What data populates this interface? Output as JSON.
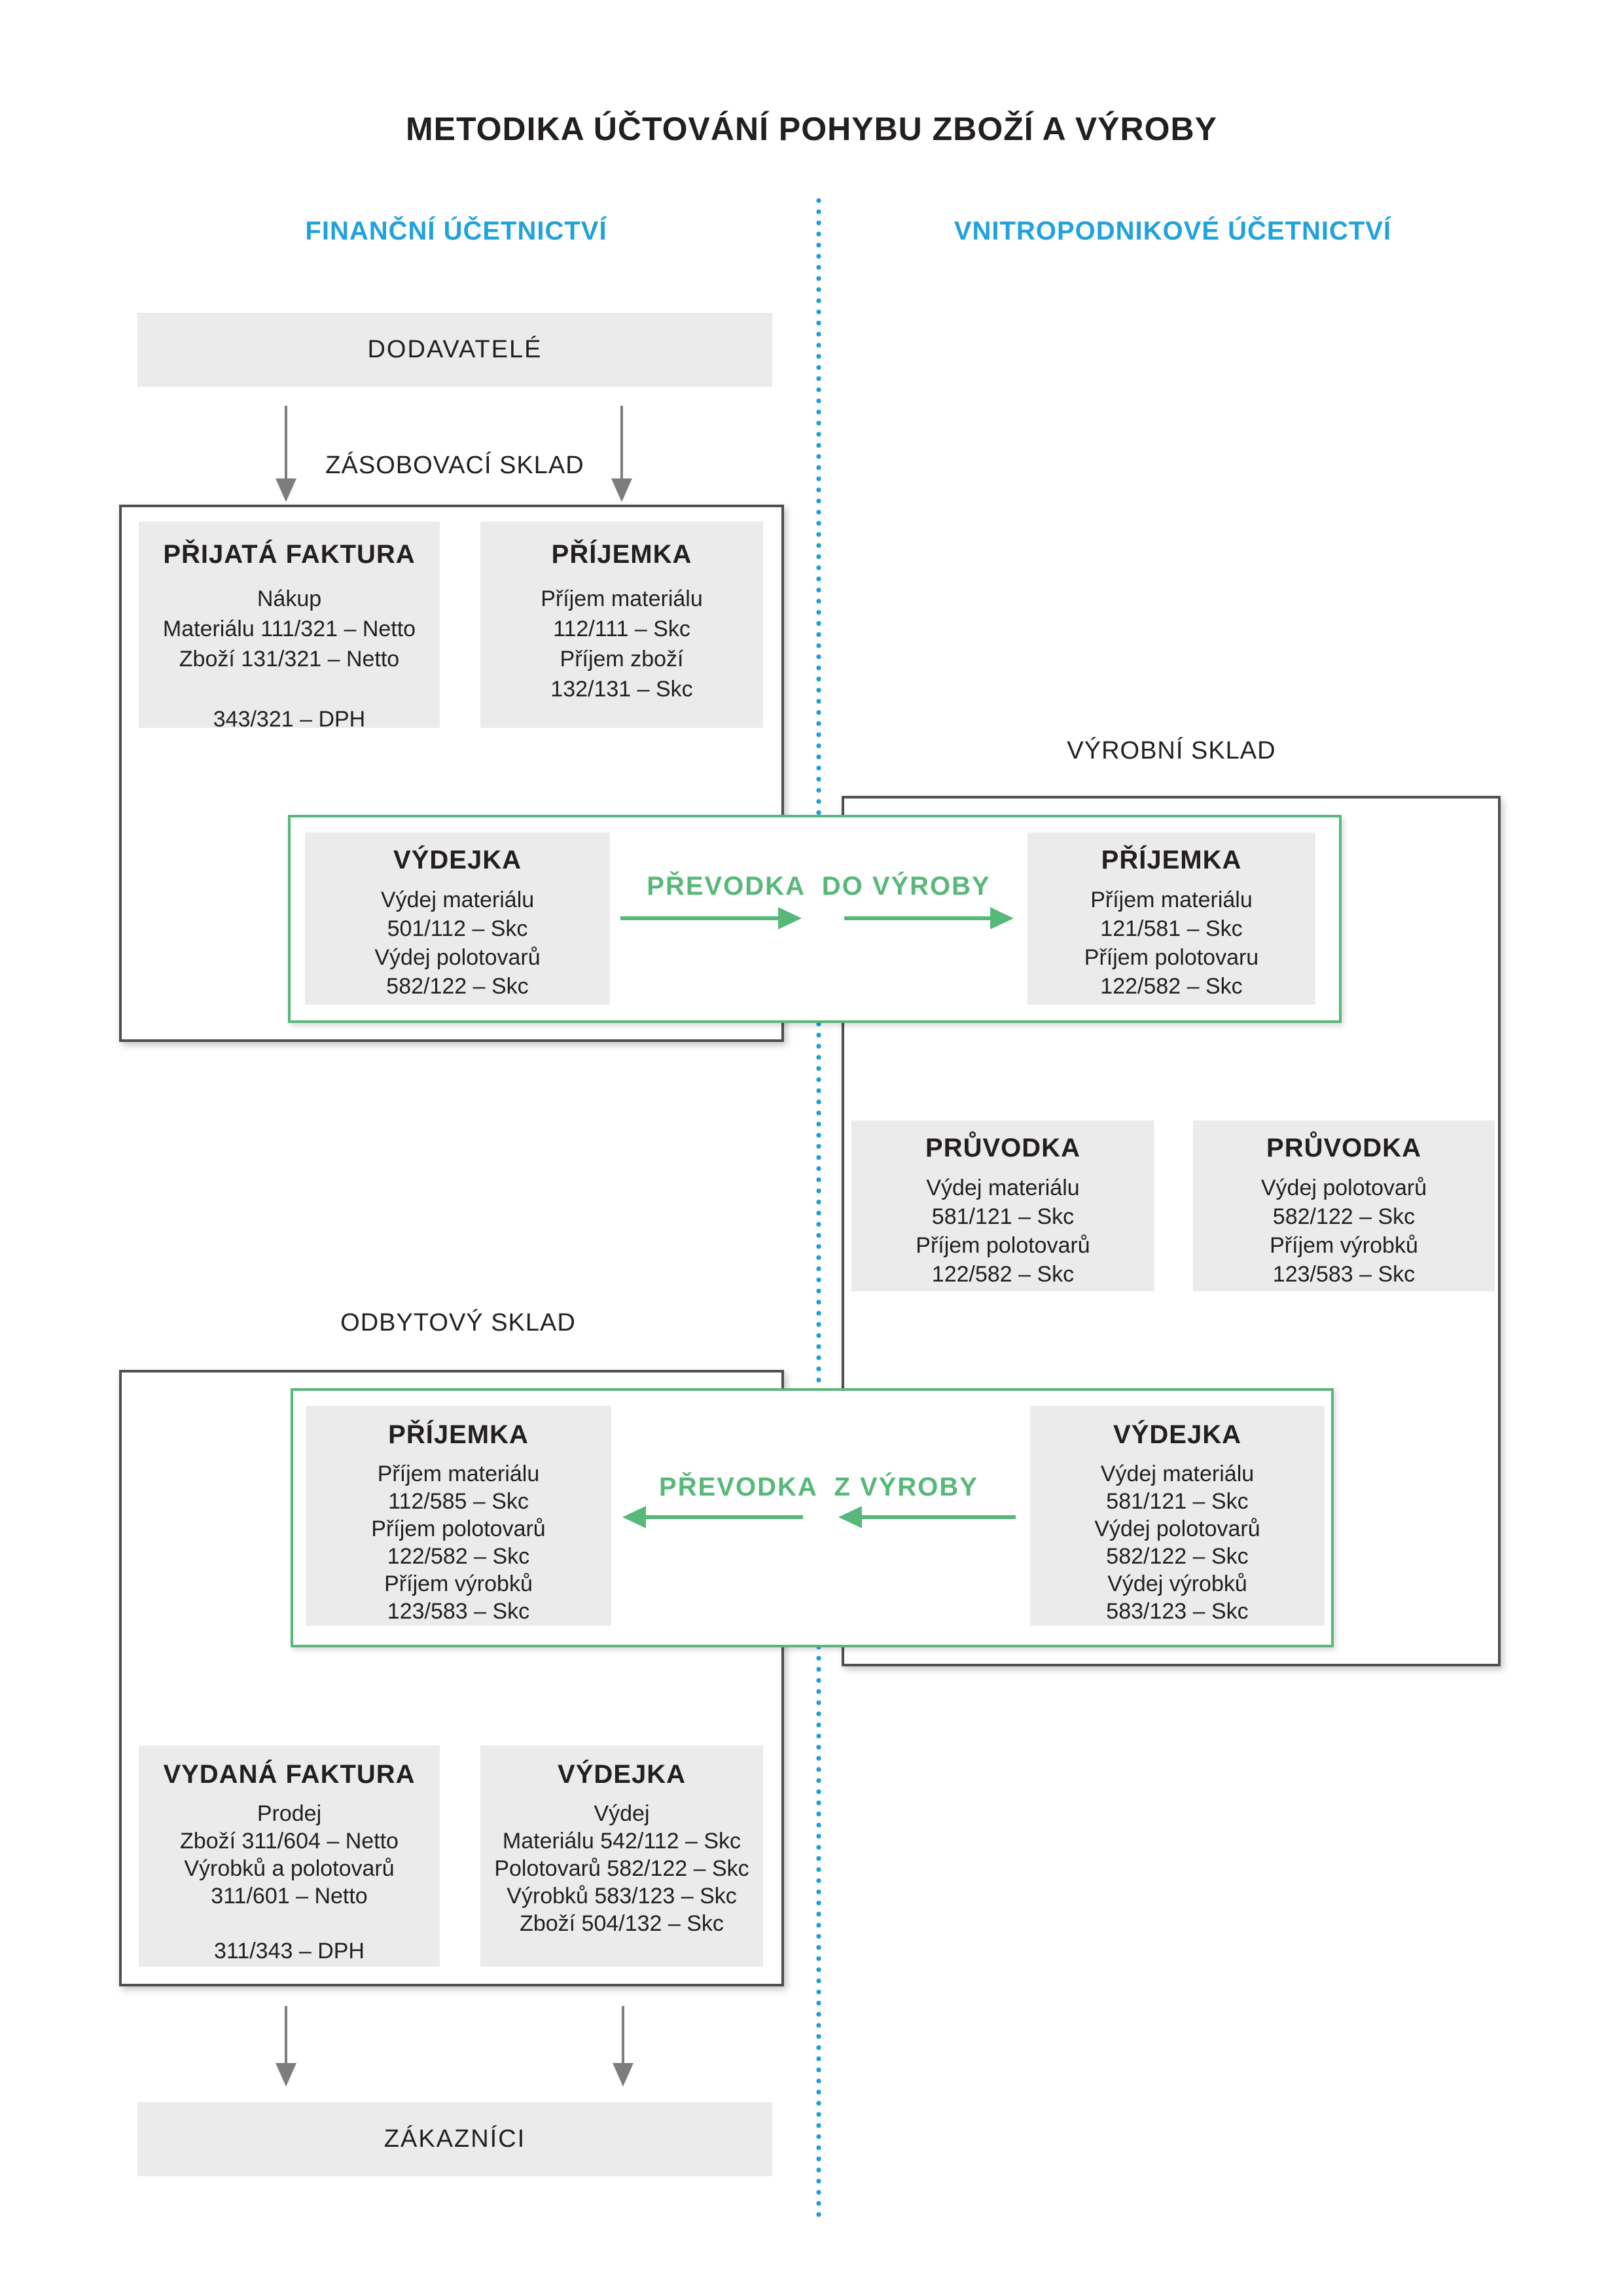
{
  "title": "METODIKA ÚČTOVÁNÍ POHYBU ZBOŽÍ A VÝROBY",
  "columns": {
    "left_header": "FINANČNÍ ÚČETNICTVÍ",
    "right_header": "VNITROPODNIKOVÉ ÚČETNICTVÍ"
  },
  "section_labels": {
    "zasobovaci": "ZÁSOBOVACÍ SKLAD",
    "vyrobni": "VÝROBNÍ SKLAD",
    "odbytovy": "ODBYTOVÝ SKLAD"
  },
  "banners": {
    "dodavatele": "DODAVATELÉ",
    "zakaznici": "ZÁKAZNÍCI"
  },
  "transfers": {
    "do_vyroby": "PŘEVODKA  DO VÝROBY",
    "z_vyroby": "PŘEVODKA  Z VÝROBY"
  },
  "cards": {
    "prijata_faktura": {
      "title": "PŘIJATÁ FAKTURA",
      "lines": [
        "Nákup",
        "Materiálu 111/321 – Netto",
        "Zboží 131/321 – Netto",
        "",
        "343/321 – DPH"
      ]
    },
    "prijemka_sklad": {
      "title": "PŘÍJEMKA",
      "lines": [
        "Příjem materiálu",
        "112/111 – Skc",
        "Příjem zboží",
        "132/131 – Skc"
      ]
    },
    "vydejka_do_vyroby": {
      "title": "VÝDEJKA",
      "lines": [
        "Výdej materiálu",
        "501/112 – Skc",
        "Výdej polotovarů",
        "582/122 – Skc"
      ]
    },
    "prijemka_vyroba": {
      "title": "PŘÍJEMKA",
      "lines": [
        "Příjem materiálu",
        "121/581 – Skc",
        "Příjem polotovaru",
        "122/582 – Skc"
      ]
    },
    "pruvodka_1": {
      "title": "PRŮVODKA",
      "lines": [
        "Výdej materiálu",
        "581/121 – Skc",
        "Příjem polotovarů",
        "122/582 – Skc"
      ]
    },
    "pruvodka_2": {
      "title": "PRŮVODKA",
      "lines": [
        "Výdej polotovarů",
        "582/122 – Skc",
        "Příjem výrobků",
        "123/583 – Skc"
      ]
    },
    "prijemka_odbyt": {
      "title": "PŘÍJEMKA",
      "lines": [
        "Příjem materiálu",
        "112/585 – Skc",
        "Příjem polotovarů",
        "122/582 – Skc",
        "Příjem výrobků",
        "123/583 – Skc"
      ]
    },
    "vydejka_z_vyroby": {
      "title": "VÝDEJKA",
      "lines": [
        "Výdej materiálu",
        "581/121 – Skc",
        "Výdej polotovarů",
        "582/122 – Skc",
        "Výdej výrobků",
        "583/123 – Skc"
      ]
    },
    "vydana_faktura": {
      "title": "VYDANÁ FAKTURA",
      "lines": [
        "Prodej",
        "Zboží 311/604 – Netto",
        "Výrobků a polotovarů",
        "311/601 – Netto",
        "",
        "311/343 – DPH"
      ]
    },
    "vydejka_prodej": {
      "title": "VÝDEJKA",
      "lines": [
        "Výdej",
        "Materiálu 542/112 – Skc",
        "Polotovarů 582/122 – Skc",
        "Výrobků 583/123 – Skc",
        "Zboží 504/132 – Skc"
      ]
    }
  },
  "colors": {
    "accent_blue": "#22a2dd",
    "accent_green": "#57b87a",
    "box_fill": "#ebebeb",
    "border_dark": "#4f4f51",
    "arrow_gray": "#7d7d7d",
    "text": "#231f20"
  }
}
